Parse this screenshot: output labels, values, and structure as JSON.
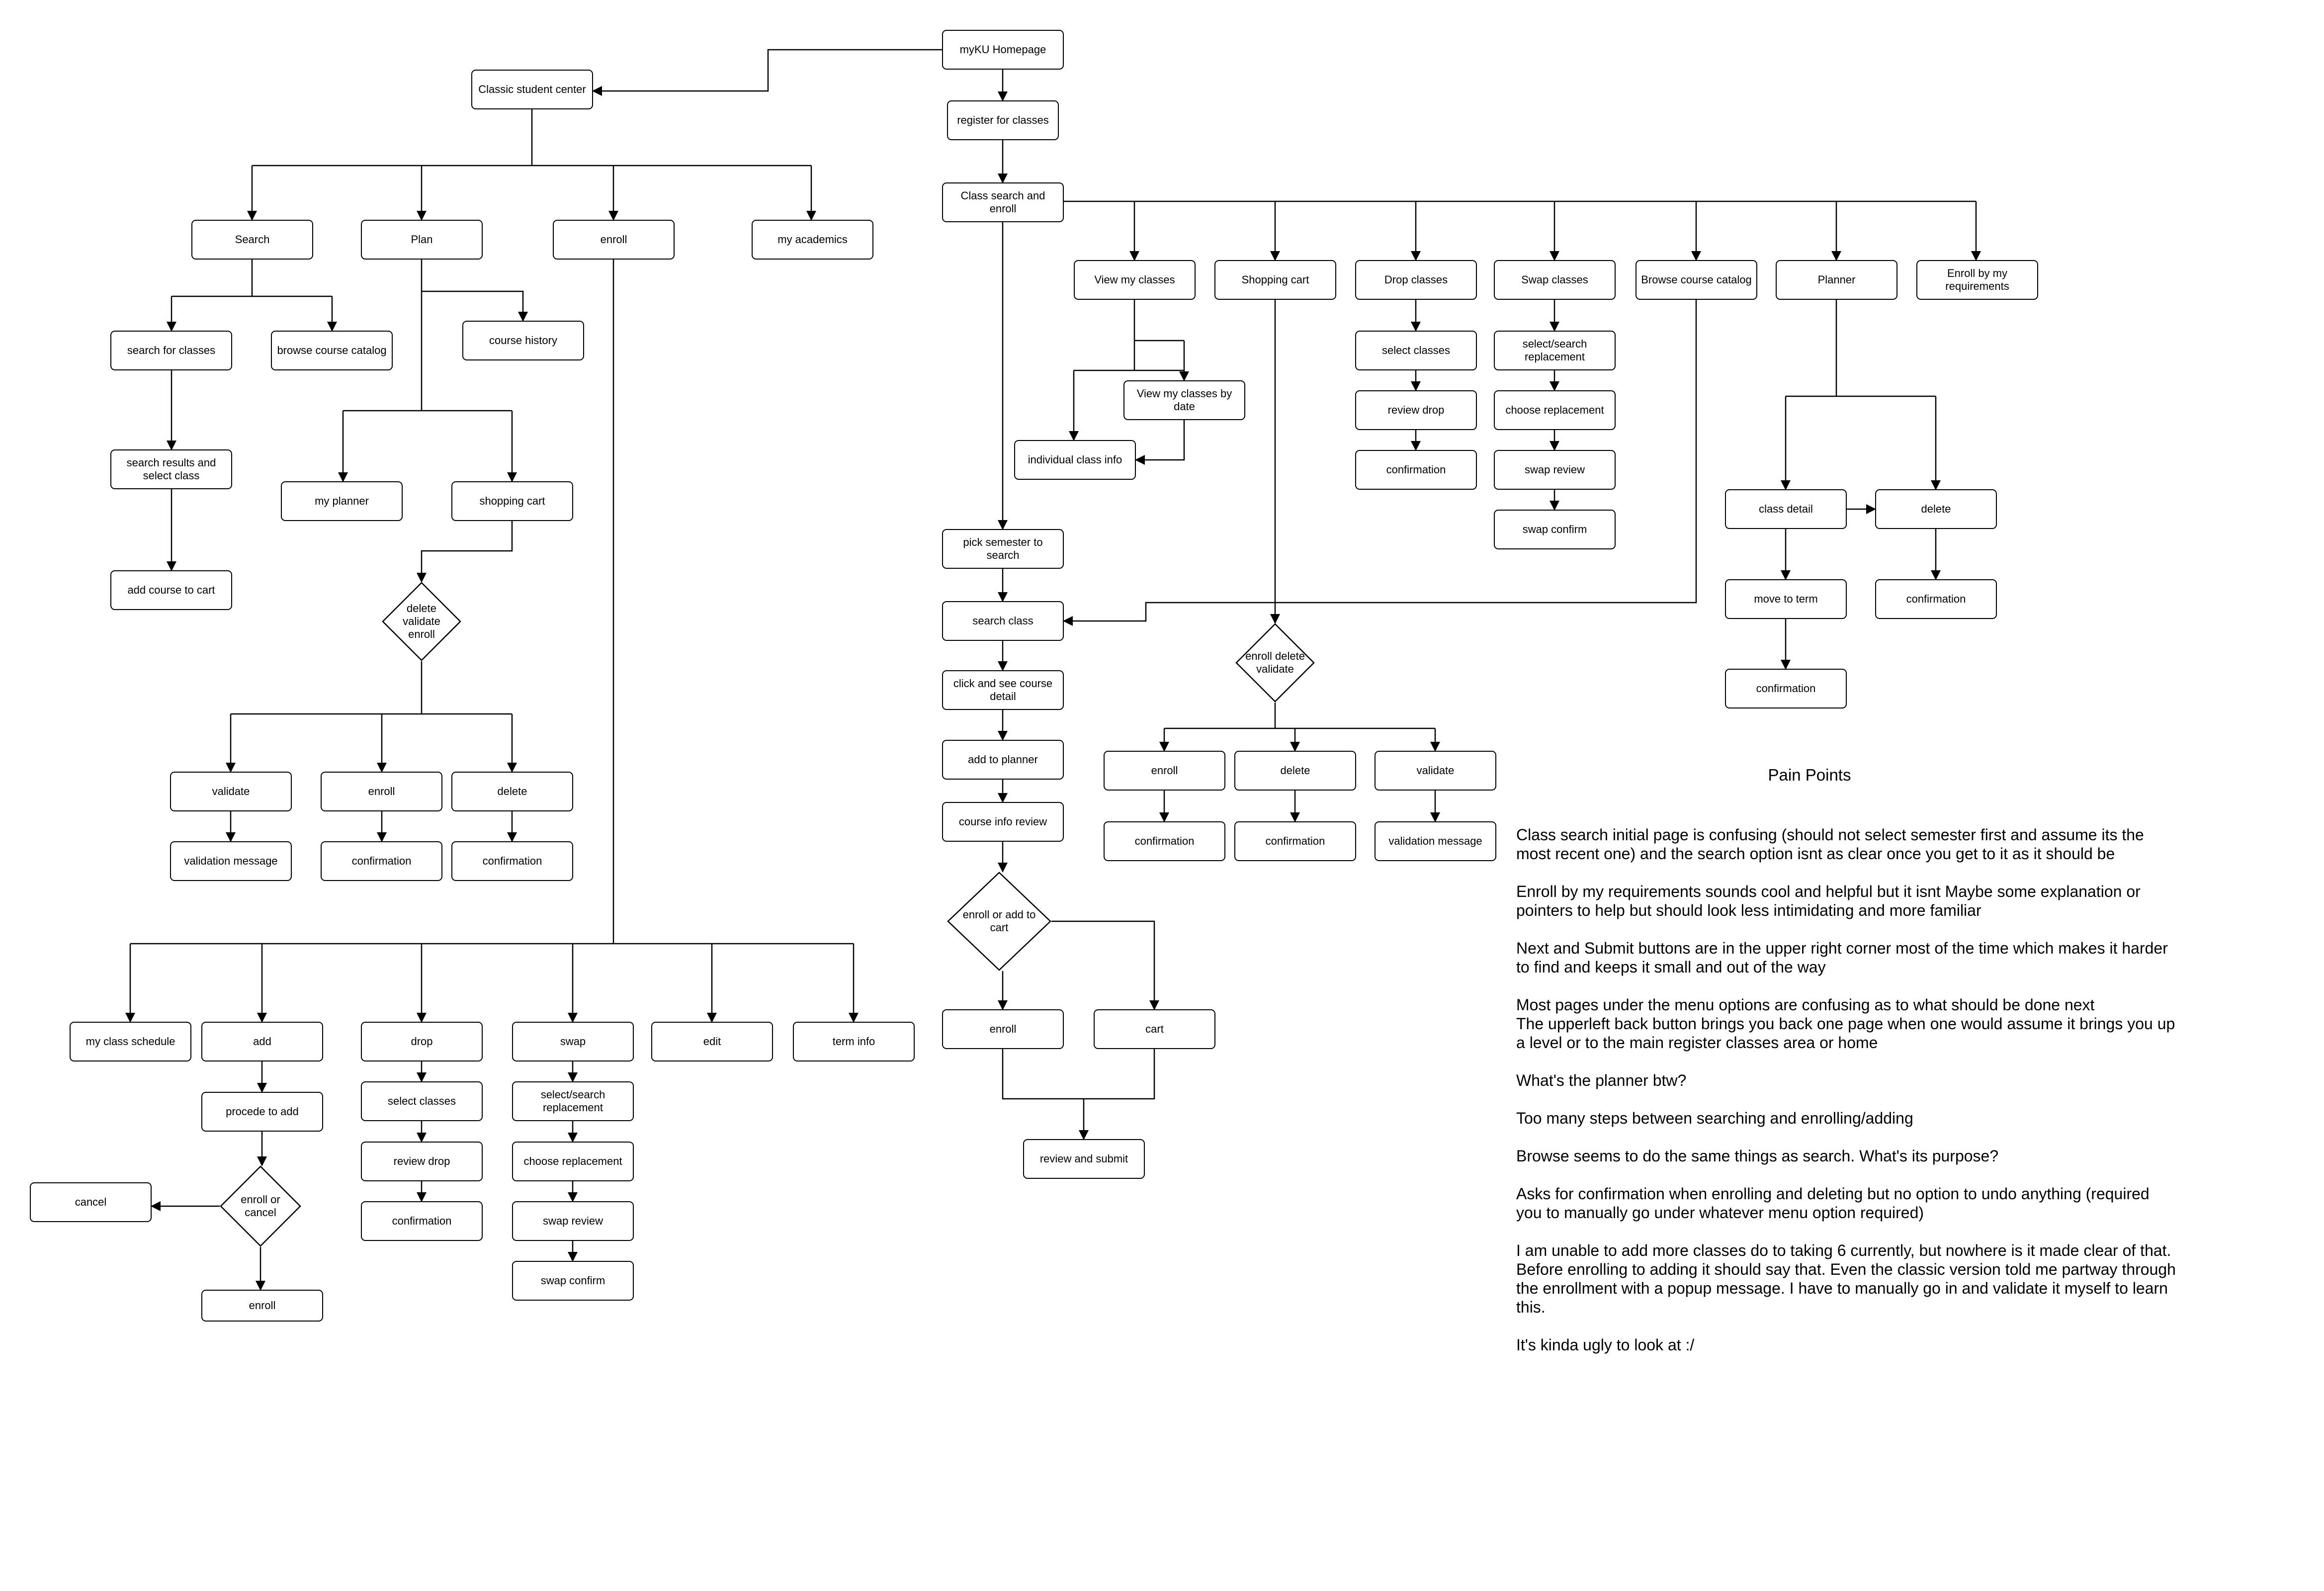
{
  "nodes": {
    "myku": "myKU Homepage",
    "classic": "Classic student center",
    "search": "Search",
    "plan": "Plan",
    "enroll_menu": "enroll",
    "academics": "my academics",
    "search_classes": "search for classes",
    "browse_catalog_l": "browse course catalog",
    "course_history": "course history",
    "search_results": "search results and select class",
    "add_to_cart_l": "add course to cart",
    "my_planner": "my planner",
    "shopping_cart_l": "shopping cart",
    "dve": "delete validate enroll",
    "validate_l": "validate",
    "enroll_l": "enroll",
    "delete_l": "delete",
    "validation_msg_l": "validation message",
    "confirm_l1": "confirmation",
    "confirm_l2": "confirmation",
    "schedule": "my class schedule",
    "add": "add",
    "drop_l": "drop",
    "swap_l": "swap",
    "edit": "edit",
    "term_info": "term info",
    "procede": "procede to add",
    "eoc": "enroll or cancel",
    "cancel": "cancel",
    "enroll_final": "enroll",
    "select_classes_l": "select classes",
    "review_drop_l": "review drop",
    "confirm_l3": "confirmation",
    "sel_repl_l": "select/search replacement",
    "choose_repl_l": "choose replacement",
    "swap_review_l": "swap review",
    "swap_confirm_l": "swap confirm",
    "register": "register for classes",
    "cse": "Class search and enroll",
    "view_classes": "View my classes",
    "shop_cart_r": "Shopping cart",
    "drop_r": "Drop classes",
    "swap_r": "Swap classes",
    "browse_r": "Browse course catalog",
    "planner_r": "Planner",
    "enroll_req": "Enroll by my requirements",
    "view_by_date": "View my classes by date",
    "indiv_info": "individual class info",
    "select_classes_r": "select classes",
    "review_drop_r": "review drop",
    "confirm_r1": "confirmation",
    "sel_repl_r": "select/search replacement",
    "choose_repl_r": "choose replacement",
    "swap_review_r": "swap review",
    "swap_confirm_r": "swap confirm",
    "class_detail": "class detail",
    "delete_p": "delete",
    "move_term": "move to term",
    "confirm_p1": "confirmation",
    "confirm_p2": "confirmation",
    "pick_sem": "pick semester to search",
    "search_class": "search class",
    "click_detail": "click and see course detail",
    "add_planner": "add to planner",
    "info_review": "course info review",
    "eoa": "enroll or add to cart",
    "enroll_c": "enroll",
    "cart_c": "cart",
    "review_submit": "review and submit",
    "edv": "enroll delete validate",
    "enroll_s": "enroll",
    "delete_s": "delete",
    "validate_s": "validate",
    "confirm_s1": "confirmation",
    "confirm_s2": "confirmation",
    "validation_msg_s": "validation message"
  },
  "pain_points": {
    "title": "Pain Points",
    "items": [
      "Class search initial page is confusing (should not select semester first and assume its the most recent one) and the search option isnt as clear once you get to it as it should be",
      "Enroll by my requirements sounds cool and helpful but it isnt Maybe some explanation or pointers to help but should look less intimidating and more familiar",
      "Next and Submit buttons are in the upper right corner most of the time which makes it harder to find and keeps it small and out of the way",
      "Most pages under the menu options are confusing as to what should be done next\nThe upperleft back button brings you back one page when one would assume it brings you up a level or to the main register classes area or home",
      "What's the planner btw?",
      "Too many steps between searching and enrolling/adding",
      "Browse seems to do the same things as search. What's its purpose?",
      "Asks for confirmation when enrolling and deleting but no option to undo anything (required you to manually go under whatever menu option required)",
      "I am unable to add more classes do to taking 6 currently, but nowhere is it made clear of that. Before enrolling to adding it should say that. Even the classic version told me partway through the enrollment with a popup message. I have to manually go in and validate it myself to learn this.",
      "It's kinda ugly to look at :/"
    ]
  }
}
